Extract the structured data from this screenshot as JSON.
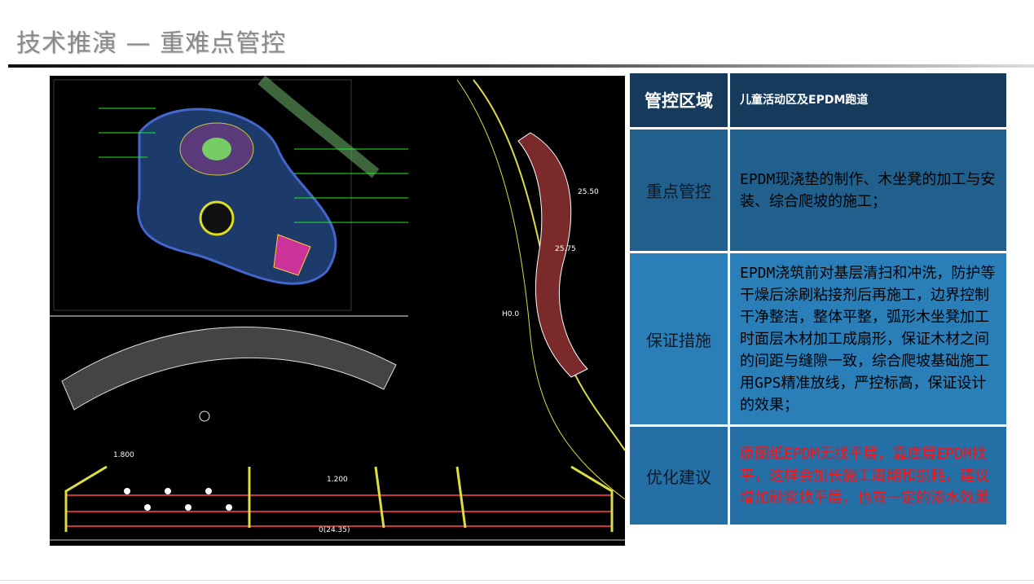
{
  "slide": {
    "title": "技术推演 — 重难点管控"
  },
  "cad_drawing": {
    "labels": [
      "1.800",
      "1.200",
      "0(24.35)",
      "25.50",
      "25.75",
      "H0.0"
    ]
  },
  "table": {
    "rows": [
      {
        "label": "管控区域",
        "content": "儿童活动区及EPDM跑道"
      },
      {
        "label": "重点管控",
        "content": "EPDM现浇垫的制作、木坐凳的加工与安装、综合爬坡的施工；"
      },
      {
        "label": "保证措施",
        "content": "EPDM浇筑前对基层清扫和冲洗，防护等干燥后涂刷粘接剂后再施工，边界控制干净整洁，整体平整，弧形木坐凳加工时面层木材加工成扇形，保证木材之间的间距与缝隙一致，综合爬坡基础施工用GPS精准放线，严控标高，保证设计的效果；"
      },
      {
        "label": "优化建议",
        "content": "原图纸EPDM无找平层，靠底层EPDM找平，这样会加长施工周期和损耗，建议增加砂浆找平层，也有一定的渗水效果"
      }
    ]
  },
  "colors": {
    "header": "#163a5c",
    "row_dark": "#215f8c",
    "row_light": "#2b7fb9",
    "suggestion_text": "#ff1010"
  }
}
